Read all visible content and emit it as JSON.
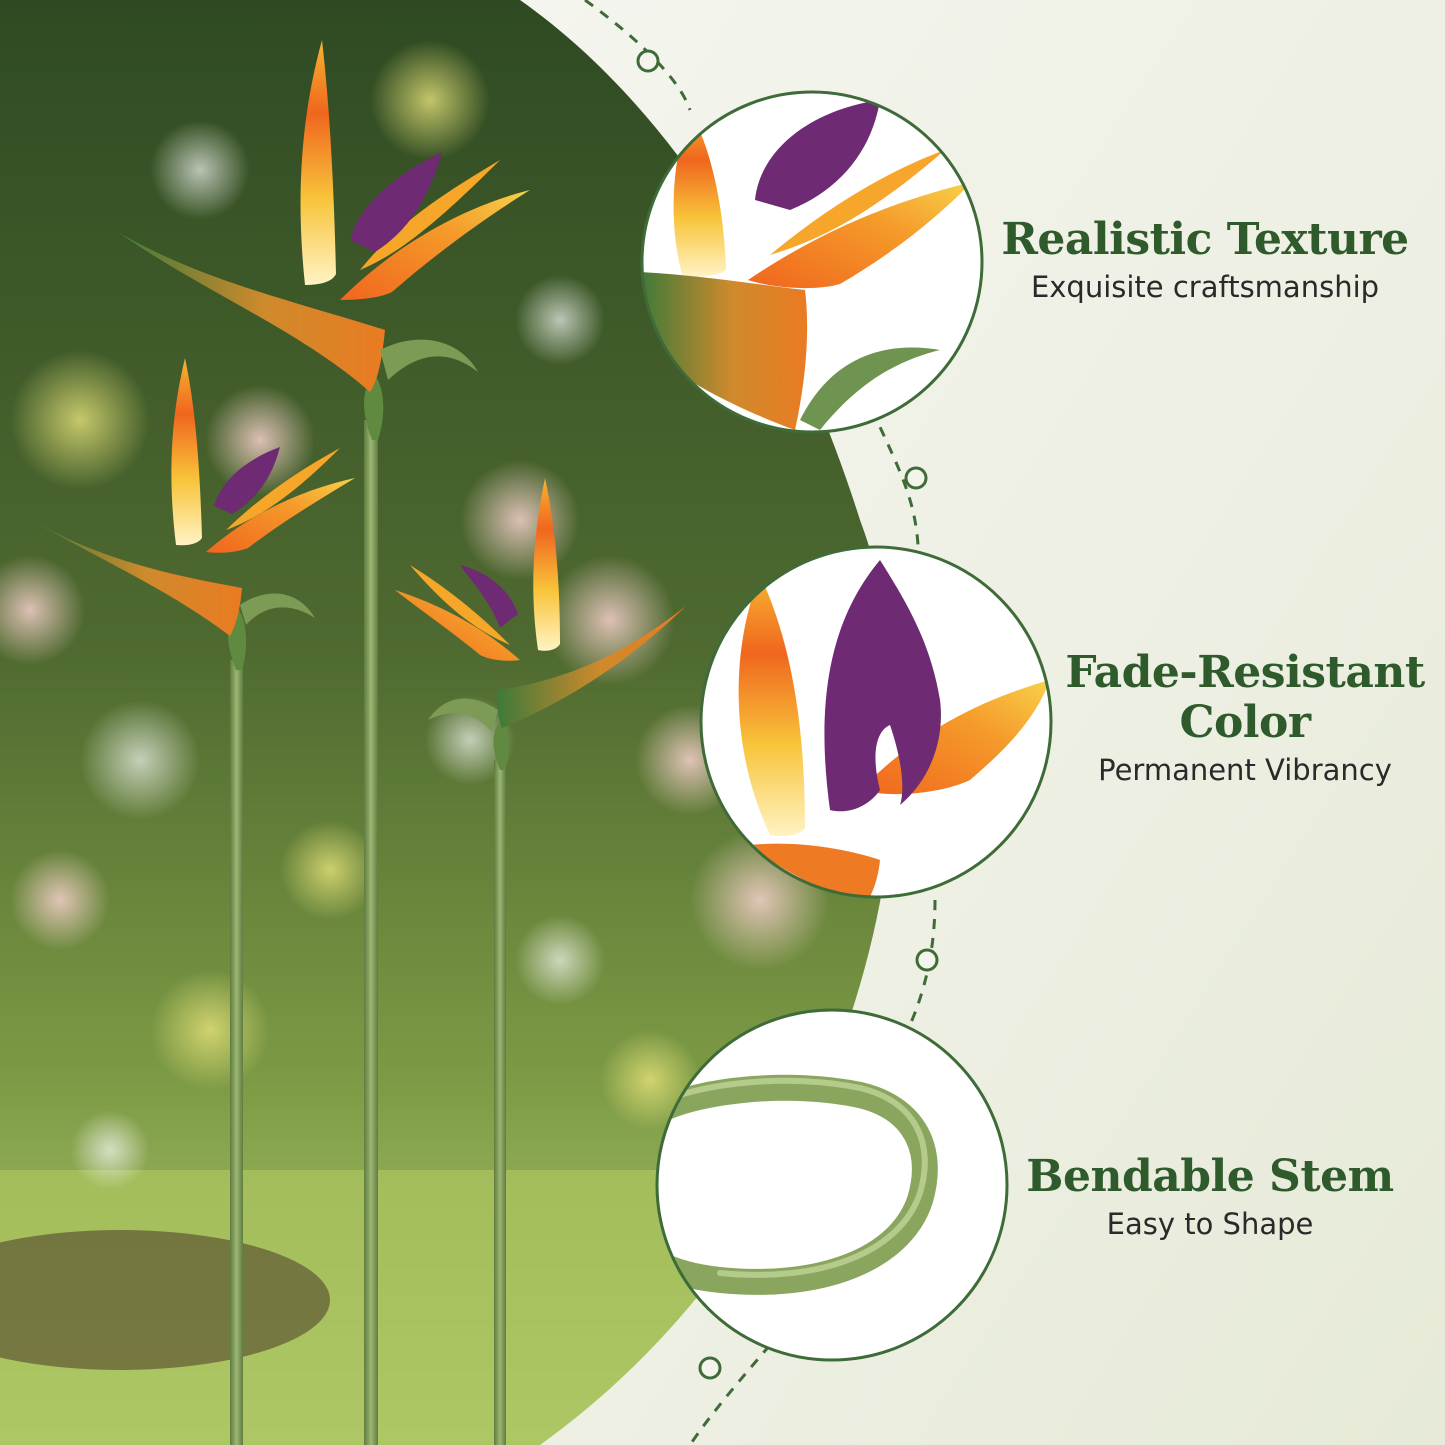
{
  "features": [
    {
      "title": "Realistic Texture",
      "subtitle": "Exquisite craftsmanship",
      "icon": "flower-texture-closeup"
    },
    {
      "title": "Fade-Resistant Color",
      "subtitle": "Permanent Vibrancy",
      "icon": "flower-color-closeup"
    },
    {
      "title": "Bendable Stem",
      "subtitle": "Easy to Shape",
      "icon": "bent-stem-closeup"
    }
  ],
  "colors": {
    "heading": "#2f5a2b",
    "text": "#2a2a2a",
    "accent_line": "#3e6b38",
    "petal_orange": "#f0661e",
    "petal_yellow": "#f8c43a",
    "petal_purple": "#6e2a73",
    "stem_green": "#7f9d5a"
  }
}
